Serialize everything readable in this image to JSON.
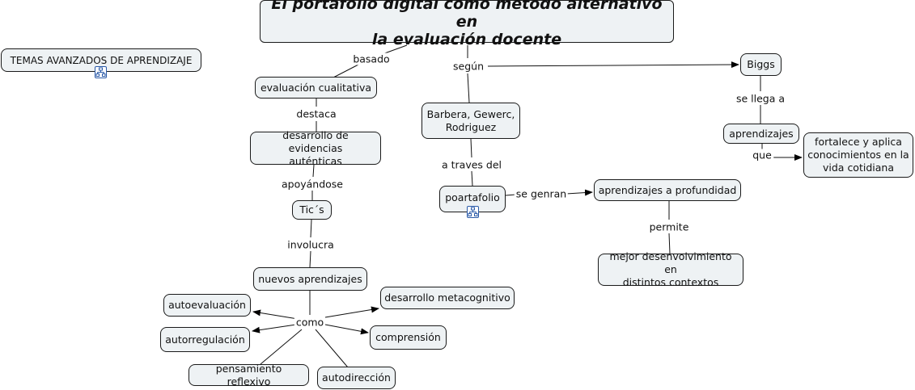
{
  "title": {
    "line1": "El portafolio digital como método alternativo en",
    "line2": "la evaluación docente"
  },
  "nodes": {
    "temas": "TEMAS AVANZADOS DE APRENDIZAJE",
    "evaluacion": "evaluación cualitativa",
    "desarrollo_evidencias_1": "desarrollo de evidencias",
    "desarrollo_evidencias_2": "auténticas",
    "tics": "Tic´s",
    "nuevos": "nuevos aprendizajes",
    "autoevaluacion": "autoevaluación",
    "autorregulacion": "autorregulación",
    "pensamiento": "pensamiento reflexivo",
    "autodireccion": "autodirección",
    "metacognitivo": "desarrollo metacognitivo",
    "comprension": "comprensión",
    "barbera_1": "Barbera, Gewerc,",
    "barbera_2": "Rodriguez",
    "portafolio": "poartafolio",
    "profundidad": "aprendizajes a profundidad",
    "mejor_1": "mejor desenvolvimiento en",
    "mejor_2": "distintos contextos",
    "biggs": "Biggs",
    "aprendizajes": "aprendizajes",
    "fortalece_1": "fortalece y aplica",
    "fortalece_2": "conocimientos en la",
    "fortalece_3": "vida cotidiana"
  },
  "links": {
    "basado": "basado",
    "segun": "según",
    "destaca": "destaca",
    "apoyandose": "apoyándose",
    "involucra": "involucra",
    "como": "como",
    "a_traves": "a traves del",
    "se_genran": "se genran",
    "permite": "permite",
    "se_llega": "se llega a",
    "que": "que"
  },
  "icons": [
    "concept-map-icon",
    "concept-map-icon"
  ],
  "colors": {
    "node_fill": "#eef2f4",
    "border": "#1a1a1a",
    "icon": "#2a5aa8"
  }
}
